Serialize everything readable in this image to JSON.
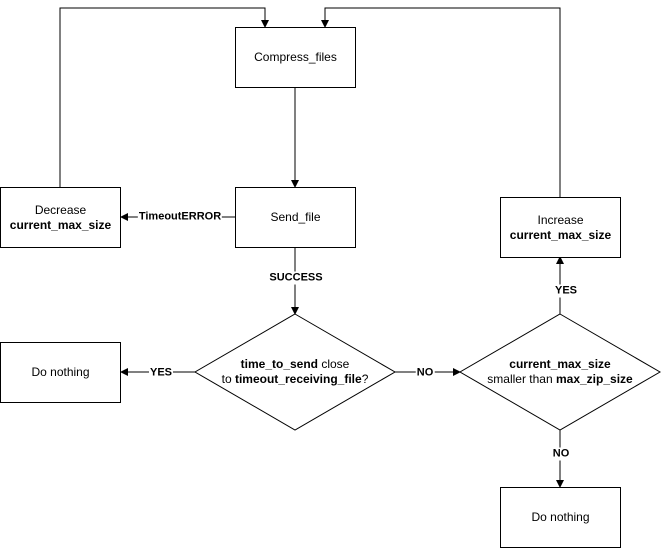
{
  "nodes": {
    "compress": {
      "label": "Compress_files"
    },
    "send": {
      "label": "Send_file"
    },
    "decrease": {
      "line1": "Decrease",
      "line2": "current_max_size"
    },
    "increase": {
      "line1": "Increase",
      "line2": "current_max_size"
    },
    "nothing_left": {
      "label": "Do nothing"
    },
    "nothing_bottom": {
      "label": "Do nothing"
    },
    "decision_time": {
      "bold1": "time_to_send",
      "text1": " close",
      "text2": "to ",
      "bold2": "timeout_receiving_file",
      "text3": "?"
    },
    "decision_size": {
      "bold1": "current_max_size",
      "text2": "smaller than ",
      "bold2": "max_zip_size"
    }
  },
  "edges": {
    "timeout_error": "TimeoutERROR",
    "success": "SUCCESS",
    "yes_left": "YES",
    "no_right": "NO",
    "yes_up": "YES",
    "no_down": "NO"
  }
}
